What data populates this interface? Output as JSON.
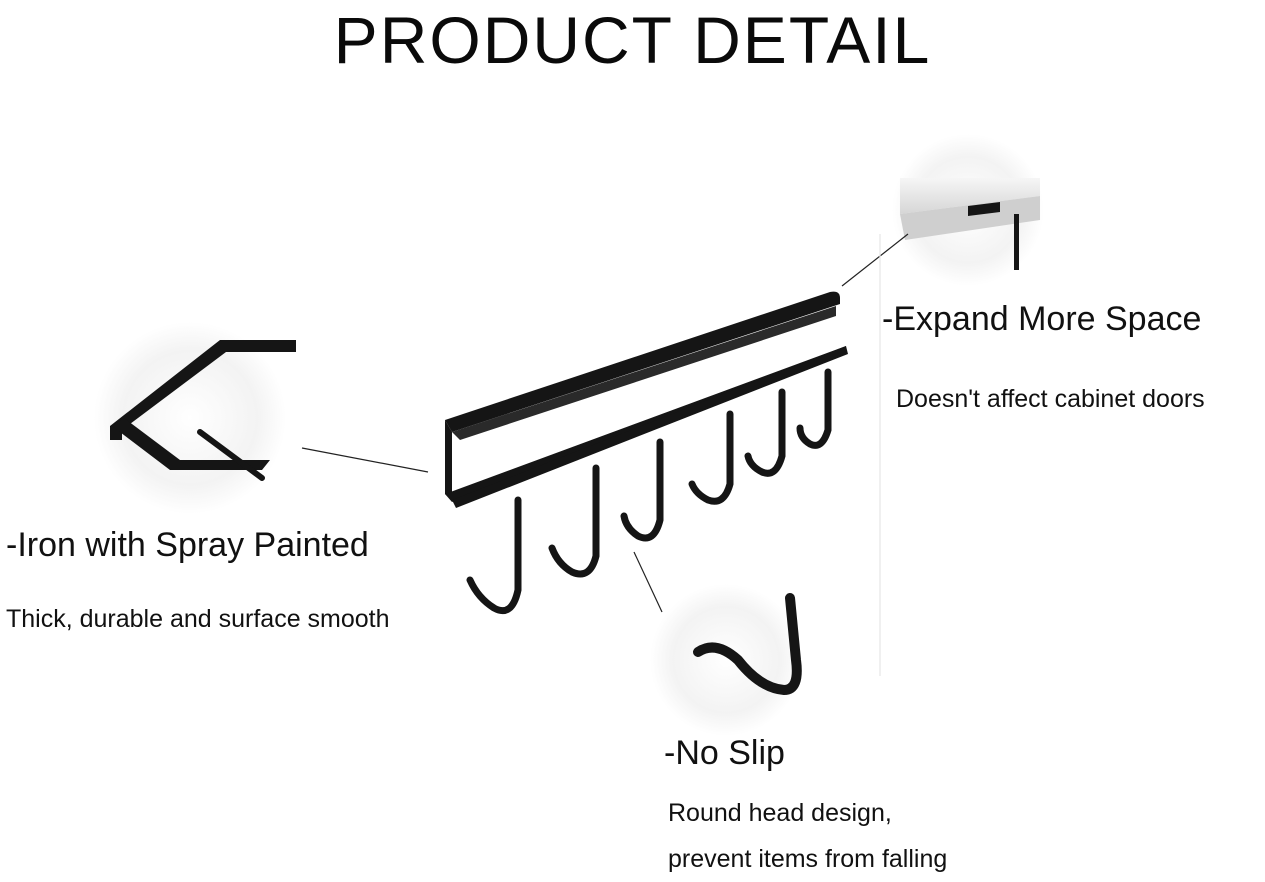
{
  "page": {
    "title": "PRODUCT DETAIL"
  },
  "features": {
    "expand": {
      "heading": "-Expand More Space",
      "description": "Doesn't affect cabinet doors"
    },
    "iron": {
      "heading": "-Iron with Spray Painted",
      "description": "Thick, durable and surface smooth"
    },
    "slip": {
      "heading": "-No Slip",
      "description_line1": "Round head design,",
      "description_line2": "prevent items from falling"
    }
  },
  "colors": {
    "metal": "#151515",
    "circle_bg": "#f1f1f1",
    "shelf": "#e4e4e4"
  }
}
